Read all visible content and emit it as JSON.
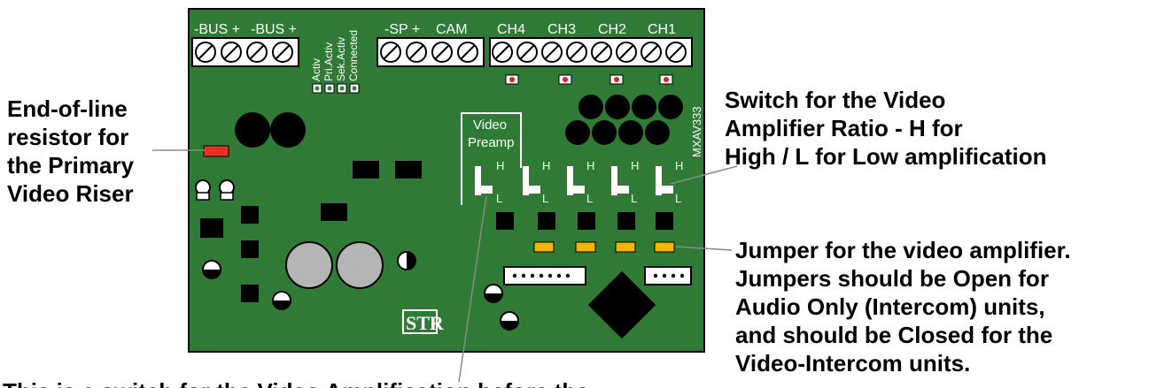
{
  "board": {
    "model": "MXAV333",
    "logo": "STR",
    "terminal_labels": [
      "-BUS +",
      "-BUS +",
      "-SP +",
      "CAM",
      "CH4",
      "CH3",
      "CH2",
      "CH1"
    ],
    "led_labels": [
      "Activ",
      "Pri.Activ",
      "Sek.Activ",
      "Connected"
    ],
    "preamp_label": [
      "Video",
      "Preamp"
    ],
    "switch_high": "H",
    "switch_low": "L"
  },
  "callouts": {
    "resistor": [
      "End-of-line",
      "resistor for",
      "the Primary",
      "Video Riser"
    ],
    "ratio_switch": [
      "Switch for the Video",
      "Amplifier Ratio - H for",
      "High / L for Low amplification"
    ],
    "jumper": [
      "Jumper for the video amplifier.",
      "Jumpers should be Open for",
      "Audio Only (Intercom) units,",
      "and should be Closed for the",
      "Video-Intercom units."
    ],
    "preamp_switch": "This is a switch for the Video Amplification before the"
  },
  "colors": {
    "pcb": "#2f7a35",
    "resistor": "#e8302a",
    "jumper": "#f5b400",
    "led": "#e02020"
  }
}
